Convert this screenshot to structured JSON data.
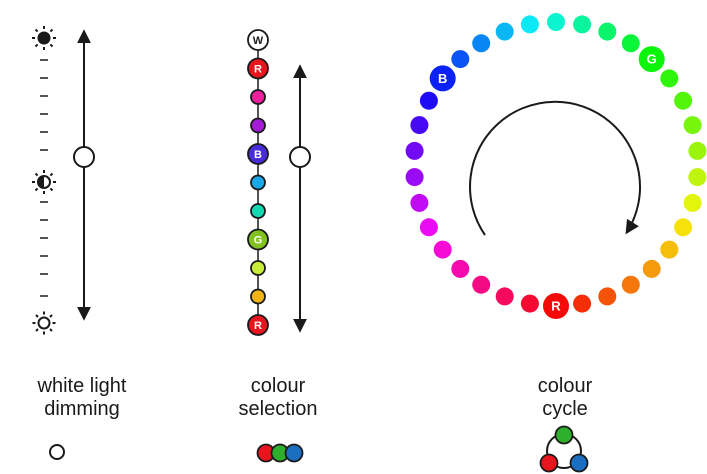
{
  "panels": {
    "dimming": {
      "label_line1": "white light",
      "label_line2": "dimming",
      "icons": [
        "sun-full-icon",
        "sun-half-icon",
        "sun-outline-icon"
      ]
    },
    "selection": {
      "label_line1": "colour",
      "label_line2": "selection",
      "dots": [
        {
          "color": "#ffffff",
          "label": "W",
          "big": true
        },
        {
          "color": "#e8141e",
          "label": "R",
          "big": true
        },
        {
          "color": "#ee1f9c",
          "label": "",
          "big": false
        },
        {
          "color": "#a41cd8",
          "label": "",
          "big": false
        },
        {
          "color": "#4a2bd9",
          "label": "B",
          "big": true
        },
        {
          "color": "#18a8e8",
          "label": "",
          "big": false
        },
        {
          "color": "#14d8b0",
          "label": "",
          "big": false
        },
        {
          "color": "#82c21e",
          "label": "G",
          "big": true
        },
        {
          "color": "#c8ee3a",
          "label": "",
          "big": false
        },
        {
          "color": "#f0b417",
          "label": "",
          "big": false
        },
        {
          "color": "#e8141e",
          "label": "R",
          "big": true
        }
      ]
    },
    "cycle": {
      "label_line1": "colour",
      "label_line2": "cycle",
      "labels": {
        "R": "R",
        "G": "G",
        "B": "B"
      }
    }
  },
  "colors": {
    "red": "#e8141e",
    "green": "#2fb02c",
    "blue": "#1c6fc0",
    "stroke": "#1a1a1a"
  }
}
